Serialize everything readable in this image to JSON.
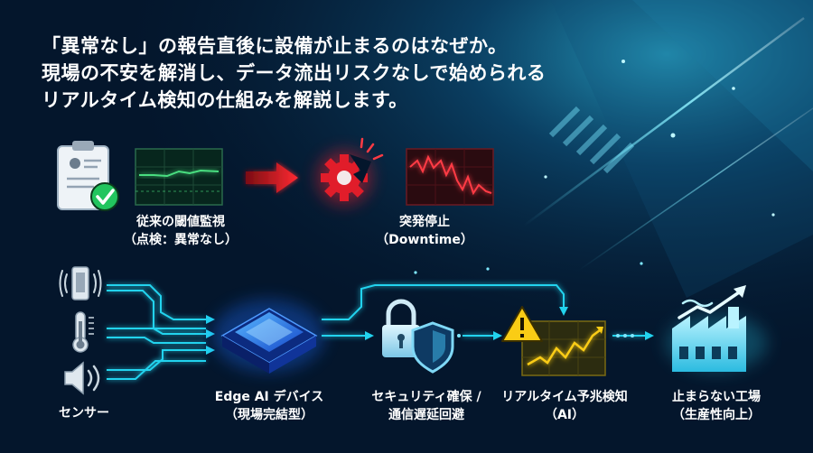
{
  "headline": {
    "line1": "「異常なし」の報告直後に設備が止まるのはなぜか。",
    "line2": "現場の不安を解消し、データ流出リスクなしで始められる",
    "line3": "リアルタイム検知の仕組みを解説します。"
  },
  "top_flow": {
    "conventional": {
      "line1": "従来の閾値監視",
      "line2": "（点検：異常なし）"
    },
    "downtime": {
      "line1": "突発停止",
      "line2": "（Downtime）"
    }
  },
  "bottom_flow": {
    "sensors": {
      "label": "センサー"
    },
    "edge": {
      "line1": "Edge AI デバイス",
      "line2": "（現場完結型）"
    },
    "security": {
      "line1": "セキュリティ確保 /",
      "line2": "通信遅延回避"
    },
    "predict": {
      "line1": "リアルタイム予兆検知",
      "line2": "（AI）"
    },
    "factory": {
      "line1": "止まらない工場",
      "line2": "（生産性向上）"
    }
  },
  "colors": {
    "background": "#04162c",
    "accent_cyan": "#22d3ee",
    "alert_red": "#e11d2a",
    "ok_green": "#22c55e",
    "warning_yellow": "#facc15"
  }
}
